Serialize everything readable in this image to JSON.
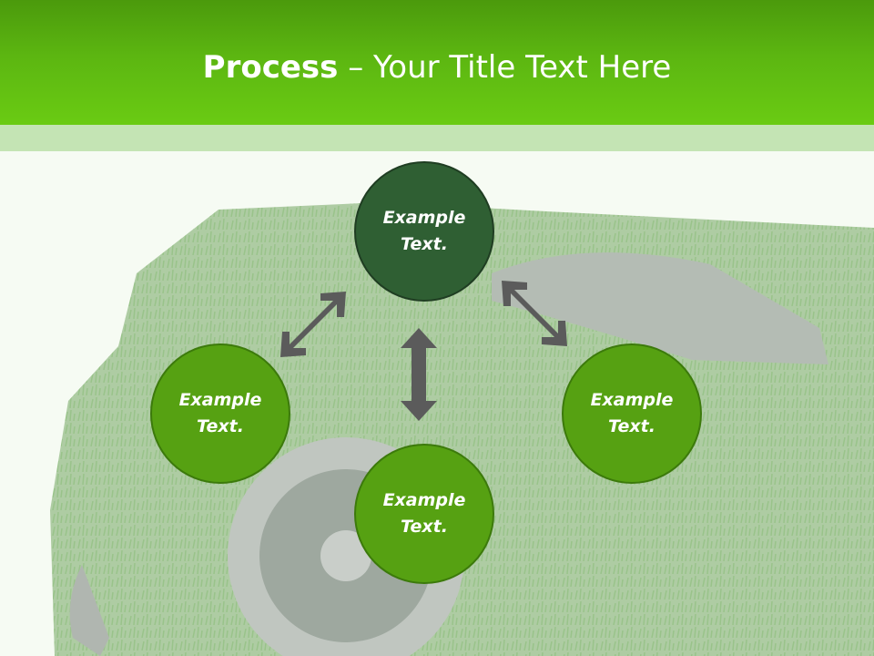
{
  "header": {
    "title_bold": "Process",
    "title_dash": " – ",
    "title_rest": "Your Title Text Here"
  },
  "diagram": {
    "top": "Example\nText.",
    "left": "Example\nText.",
    "right": "Example\nText.",
    "bottom": "Example\nText."
  },
  "colors": {
    "header_green": "#5cb611",
    "node_green": "#56a112",
    "node_dark": "#2f5f33",
    "arrow_gray": "#5b5b5b"
  }
}
